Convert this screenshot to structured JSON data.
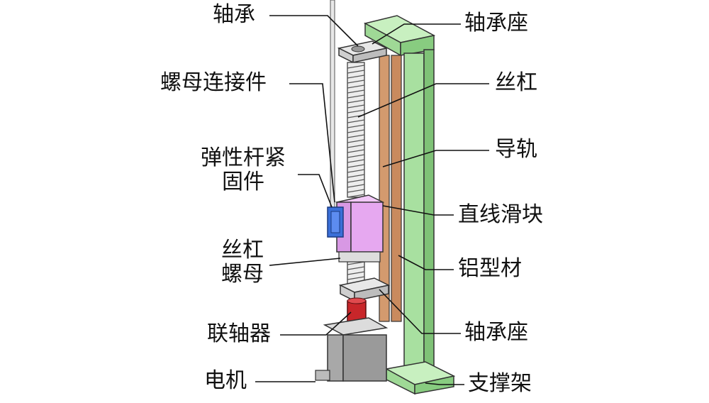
{
  "labels_left": [
    {
      "id": "bearing",
      "text": "轴承"
    },
    {
      "id": "nut-connector",
      "text": "螺母连接件"
    },
    {
      "id": "elastic-fastener",
      "line1": "弹性杆紧",
      "line2": "固件"
    },
    {
      "id": "screw-nut",
      "line1": "丝杠",
      "line2": "螺母"
    },
    {
      "id": "coupling",
      "text": "联轴器"
    },
    {
      "id": "motor",
      "text": "电机"
    }
  ],
  "labels_right": [
    {
      "id": "bearing-seat-top",
      "text": "轴承座"
    },
    {
      "id": "lead-screw",
      "text": "丝杠"
    },
    {
      "id": "guide-rail",
      "text": "导轨"
    },
    {
      "id": "linear-slider",
      "text": "直线滑块"
    },
    {
      "id": "aluminum-profile",
      "text": "铝型材"
    },
    {
      "id": "bearing-seat-bottom",
      "text": "轴承座"
    },
    {
      "id": "support-frame",
      "text": "支撑架"
    }
  ],
  "colors": {
    "frame_green": "#a8e0a0",
    "frame_green_dark": "#7fc277",
    "rail_brown": "#c98a5e",
    "block_pink": "#e6a8f0",
    "fastener_blue": "#3a6fd8",
    "coupling_red": "#c8262a",
    "motor_gray": "#9a9a9a",
    "plate_gray": "#d6d6d6"
  }
}
